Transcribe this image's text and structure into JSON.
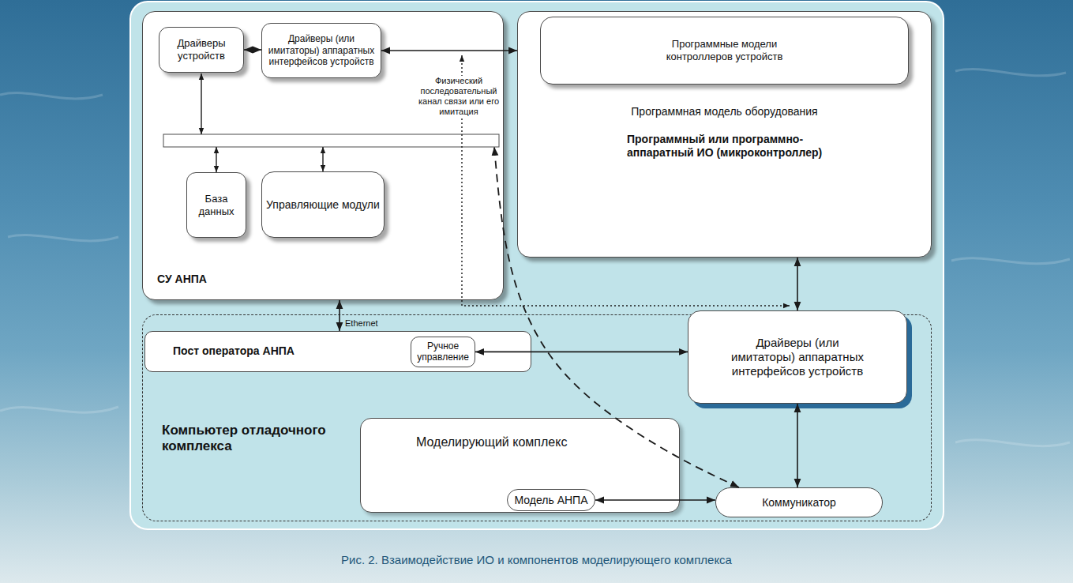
{
  "diagram": {
    "caption": "Рис. 2. Взаимодействие ИО и компонентов моделирующего комплекса",
    "nodes": [
      {
        "text": [
          "СУ АНПА"
        ]
      },
      {
        "text": [
          "Драйверы устройств"
        ],
        "in": 0
      },
      {
        "text": [
          "Драйверы (или имитаторы) аппаратных интерфейсов устройств"
        ],
        "in": 0
      },
      {
        "text": [
          "База данных"
        ],
        "in": 0
      },
      {
        "text": [
          "Управляющие модули"
        ],
        "in": 0
      },
      {
        "text": [
          "Программная модель оборудования",
          "Программный или программно-аппаратный ИО (микроконтроллер)"
        ]
      },
      {
        "text": [
          "Программные модели контроллеров устройств"
        ],
        "in": 5
      },
      {
        "text": [
          "Компьютер отладочного комплекса"
        ]
      },
      {
        "text": [
          "Пост оператора АНПА"
        ],
        "in": 7
      },
      {
        "text": [
          "Ручное управление"
        ],
        "in": 8
      },
      {
        "text": [
          "Драйверы (или имитаторы) аппаратных интерфейсов устройств"
        ],
        "in": 7
      },
      {
        "text": [
          "Моделирующий комплекс"
        ],
        "in": 7
      },
      {
        "text": [
          "Модель АНПА"
        ],
        "in": 11
      },
      {
        "text": [
          "Коммуникатор"
        ],
        "in": 7
      }
    ],
    "edges": [
      {
        "from": 1,
        "to": 2,
        "arrow": "both"
      },
      {
        "from": 2,
        "to": 5,
        "arrow": "both"
      },
      {
        "from": 0,
        "to": 8,
        "arrow": "both",
        "label": "Ethernet"
      },
      {
        "from": 5,
        "to": 10,
        "arrow": "both"
      },
      {
        "from": 9,
        "to": 10,
        "arrow": "both"
      },
      {
        "from": 10,
        "to": 13,
        "arrow": "both"
      },
      {
        "from": 12,
        "to": 13,
        "arrow": "both"
      },
      {
        "from": 13,
        "to": 0,
        "arrow": "both"
      }
    ],
    "labels": [
      "Физический последовательный канал связи или его имитация"
    ]
  }
}
